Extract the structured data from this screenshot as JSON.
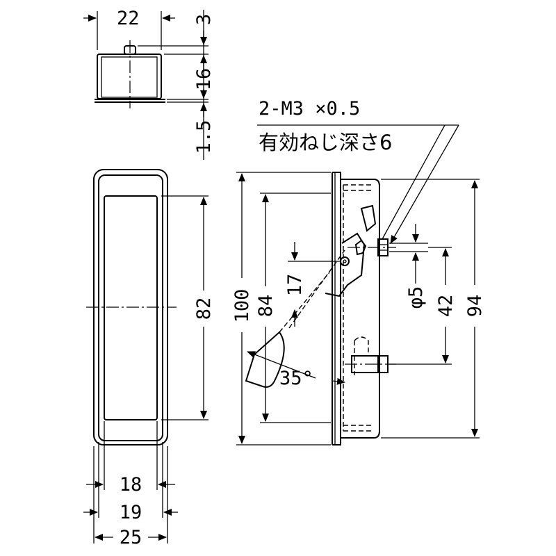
{
  "drawing": {
    "top_view": {
      "width_label": "22",
      "knob_height_label": "3",
      "body_height_label": "16",
      "flange_label": "1.5"
    },
    "front_view": {
      "inner_height_label": "82",
      "inner_width_label": "18",
      "opening_width_label": "19",
      "outer_width_label": "25"
    },
    "side_view": {
      "outer_height_label": "100",
      "body_height_label": "84",
      "pivot_offset_label": "17",
      "swing_angle_label": "35°",
      "hole_dia_label": "φ5",
      "hole_pitch_label": "42",
      "mount_height_label": "94"
    },
    "thread_note": {
      "spec": "2-M3 ×0.5",
      "depth_text": "有効ねじ深さ6"
    }
  }
}
